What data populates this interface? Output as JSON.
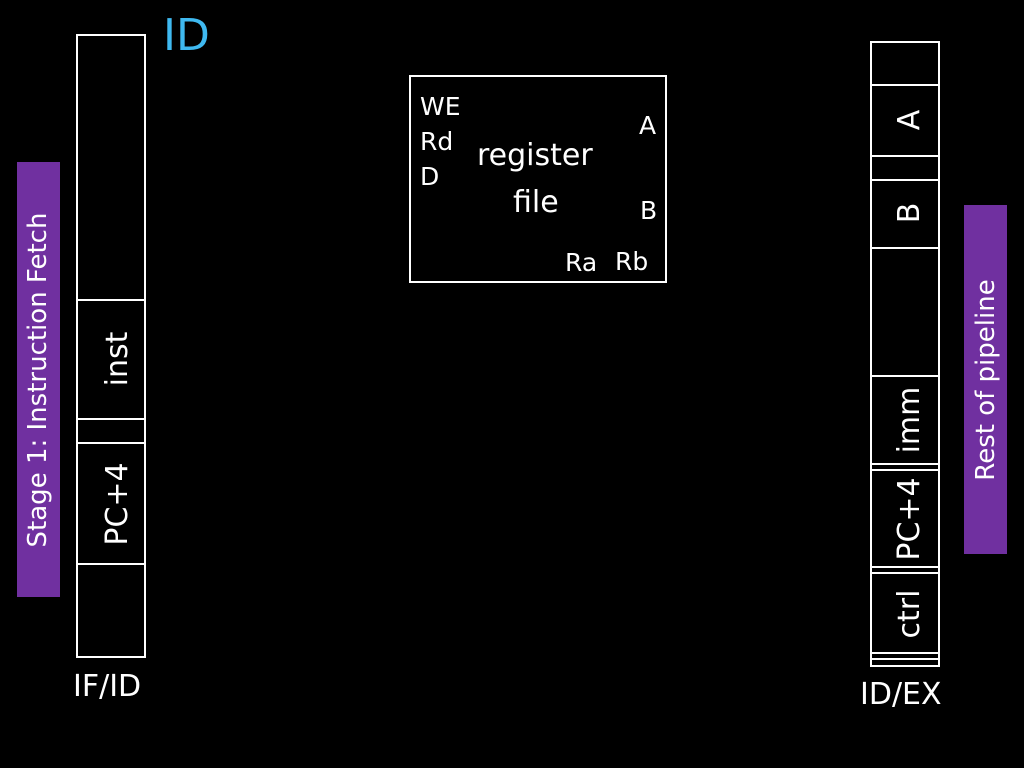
{
  "title": "ID",
  "left_banner": {
    "text": "Stage 1: Instruction Fetch",
    "color": "#7030a0"
  },
  "right_banner": {
    "text": "Rest of pipeline",
    "color": "#7030a0"
  },
  "if_id": {
    "caption": "IF/ID",
    "fields": {
      "inst": "inst",
      "pc4": "PC+4"
    }
  },
  "register_file": {
    "name_line1": "register",
    "name_line2": "file",
    "inputs": {
      "we": "WE",
      "rd": "Rd",
      "d": "D"
    },
    "outputs": {
      "a": "A",
      "b": "B"
    },
    "reads": {
      "ra": "Ra",
      "rb": "Rb"
    }
  },
  "id_ex": {
    "caption": "ID/EX",
    "fields": {
      "a": "A",
      "b": "B",
      "imm": "imm",
      "pc4": "PC+4",
      "ctrl": "ctrl"
    }
  },
  "colors": {
    "title": "#3fb9f0",
    "background": "#000000",
    "lines": "#ffffff"
  }
}
